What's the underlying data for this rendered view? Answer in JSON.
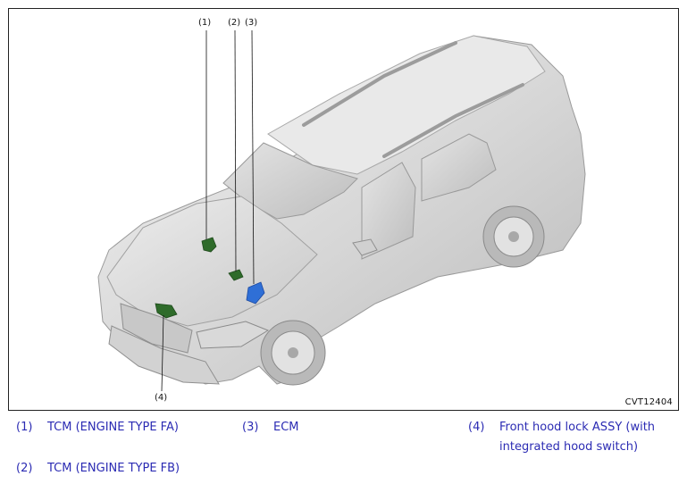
{
  "figure": {
    "id": "CVT12404",
    "callouts": [
      "(1)",
      "(2)",
      "(3)",
      "(4)"
    ]
  },
  "legend": [
    {
      "num": "(1)",
      "text": "TCM (ENGINE TYPE FA)"
    },
    {
      "num": "(2)",
      "text": "TCM (ENGINE TYPE FB)"
    },
    {
      "num": "(3)",
      "text": "ECM"
    },
    {
      "num": "(4)",
      "text_line1": "Front hood lock ASSY (with",
      "text_line2": "integrated hood switch)"
    }
  ],
  "colors": {
    "legend_text": "#2b2bb3",
    "tcm_component": "#2e6b2a",
    "ecm_component": "#2f6fd6",
    "car_body": "#dcdcdc"
  }
}
